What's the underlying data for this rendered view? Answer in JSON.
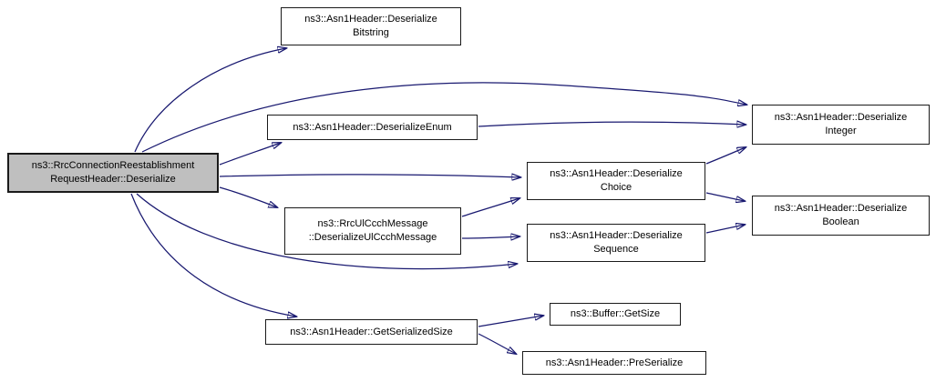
{
  "diagram": {
    "kind": "doxygen-call-graph",
    "edge_color": "#191970",
    "node_border_color": "#1a1a1a",
    "highlight_fill": "#bfbfbf",
    "nodes": {
      "main": {
        "label": "ns3::RrcConnectionReestablishment\nRequestHeader::Deserialize"
      },
      "bitstring": {
        "label": "ns3::Asn1Header::Deserialize\nBitstring"
      },
      "enum": {
        "label": "ns3::Asn1Header::DeserializeEnum"
      },
      "choice": {
        "label": "ns3::Asn1Header::Deserialize\nChoice"
      },
      "ulccch": {
        "label": "ns3::RrcUlCcchMessage\n::DeserializeUlCcchMessage"
      },
      "sequence": {
        "label": "ns3::Asn1Header::Deserialize\nSequence"
      },
      "integer": {
        "label": "ns3::Asn1Header::Deserialize\nInteger"
      },
      "boolean": {
        "label": "ns3::Asn1Header::Deserialize\nBoolean"
      },
      "getserializedsize": {
        "label": "ns3::Asn1Header::GetSerializedSize"
      },
      "getsize": {
        "label": "ns3::Buffer::GetSize"
      },
      "preserialize": {
        "label": "ns3::Asn1Header::PreSerialize"
      }
    },
    "edges": [
      {
        "from": "main",
        "to": "bitstring"
      },
      {
        "from": "main",
        "to": "integer"
      },
      {
        "from": "main",
        "to": "enum"
      },
      {
        "from": "main",
        "to": "choice"
      },
      {
        "from": "main",
        "to": "ulccch"
      },
      {
        "from": "main",
        "to": "sequence"
      },
      {
        "from": "main",
        "to": "getserializedsize"
      },
      {
        "from": "enum",
        "to": "integer"
      },
      {
        "from": "choice",
        "to": "integer"
      },
      {
        "from": "choice",
        "to": "boolean"
      },
      {
        "from": "ulccch",
        "to": "choice"
      },
      {
        "from": "ulccch",
        "to": "sequence"
      },
      {
        "from": "sequence",
        "to": "boolean"
      },
      {
        "from": "getserializedsize",
        "to": "getsize"
      },
      {
        "from": "getserializedsize",
        "to": "preserialize"
      }
    ]
  }
}
